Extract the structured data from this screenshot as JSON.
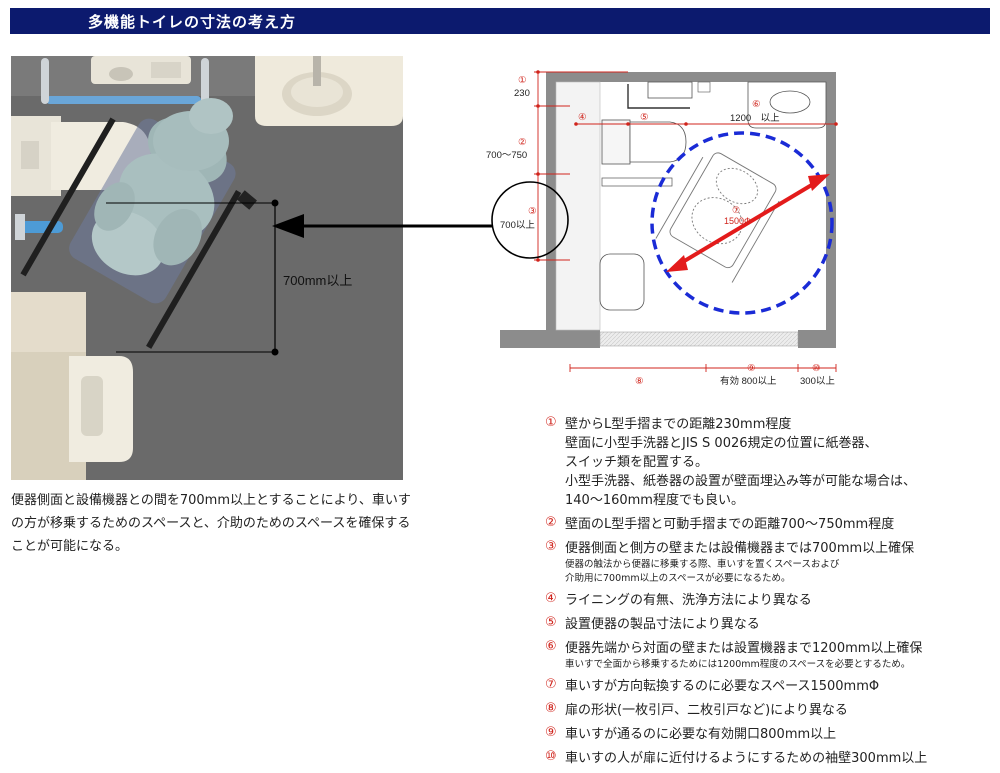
{
  "header": {
    "title": "多機能トイレの寸法の考え方"
  },
  "photo": {
    "dimension_label": "700mm以上"
  },
  "caption": {
    "text": "便器側面と設備機器との間を700mm以上とすることにより、車いすの方が移乗するためのスペースと、介助のためのスペースを確保することが可能になる。"
  },
  "plan": {
    "labels": {
      "n1_num": "①",
      "n1_val": "230",
      "n2_num": "②",
      "n2_val": "700～750",
      "n3_num": "③",
      "n3_val": "700以上",
      "n4_num": "④",
      "n5_num": "⑤",
      "n6_num": "⑥",
      "n6_val": "1200　以上",
      "n7_num": "⑦",
      "n7_val": "1500Φ",
      "n8_num": "⑧",
      "n9_num": "⑨",
      "n9_val": "有効 800以上",
      "n10_num": "⑩",
      "n10_val": "300以上"
    },
    "colors": {
      "dim_red": "#d0241c",
      "circle_blue": "#1a2bd6",
      "arrow_red": "#e31b1b",
      "wall_gray": "#8c8c8c"
    }
  },
  "notes": [
    {
      "num": "①",
      "main": "壁からL型手摺までの距離230mm程度",
      "lines": [
        "壁面に小型手洗器とJIS S 0026規定の位置に紙巻器、",
        "スイッチ類を配置する。",
        "小型手洗器、紙巻器の設置が壁面埋込み等が可能な場合は、",
        "140～160mm程度でも良い。"
      ]
    },
    {
      "num": "②",
      "main": "壁面のL型手摺と可動手摺までの距離700～750mm程度"
    },
    {
      "num": "③",
      "main": "便器側面と側方の壁または設備機器までは700mm以上確保",
      "small": [
        "便器の触法から便器に移乗する際、車いすを置くスペースおよび",
        "介助用に700mm以上のスペースが必要になるため。"
      ]
    },
    {
      "num": "④",
      "main": "ライニングの有無、洗浄方法により異なる"
    },
    {
      "num": "⑤",
      "main": "設置便器の製品寸法により異なる"
    },
    {
      "num": "⑥",
      "main": "便器先端から対面の壁または設置機器まで1200mm以上確保",
      "small": [
        "車いすで全面から移乗するためには1200mm程度のスペースを必要とするため。"
      ]
    },
    {
      "num": "⑦",
      "main": "車いすが方向転換するのに必要なスペース1500mmΦ"
    },
    {
      "num": "⑧",
      "main": "扉の形状(一枚引戸、二枚引戸など)により異なる"
    },
    {
      "num": "⑨",
      "main": "車いすが通るのに必要な有効開口800mm以上"
    },
    {
      "num": "⑩",
      "main": "車いすの人が扉に近付けるようにするための袖壁300mm以上"
    }
  ]
}
